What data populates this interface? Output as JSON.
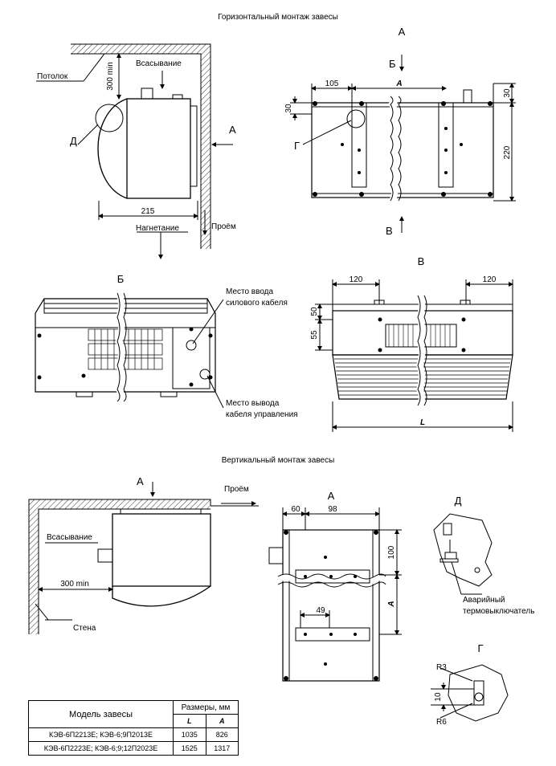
{
  "titles": {
    "horizontal": "Горизонтальный монтаж завесы",
    "vertical": "Вертикальный монтаж завесы"
  },
  "view_labels": {
    "A_top": "A",
    "B_view": "Б",
    "V_view": "В",
    "A_vertical": "A",
    "D_detail": "Д",
    "G_detail": "Г",
    "B_small": "Б",
    "V_small": "В",
    "A_arrow_h": "A",
    "A_arrow_v": "A",
    "D_callout": "Д",
    "G_callout": "Г"
  },
  "labels": {
    "ceiling": "Потолок",
    "suction": "Всасывание",
    "discharge": "Нагнетание",
    "opening": "Проём",
    "power_entry_1": "Место ввода",
    "power_entry_2": "силового кабеля",
    "control_exit_1": "Место вывода",
    "control_exit_2": "кабеля управления",
    "suction_v": "Всасывание",
    "opening_v": "Проём",
    "wall": "Стена",
    "thermo_1": "Аварийный",
    "thermo_2": "термовыключатель"
  },
  "dimensions": {
    "min300": "300 min",
    "d215": "215",
    "d105": "105",
    "dA": "A",
    "d30a": "30",
    "d30b": "30",
    "d220": "220",
    "d120a": "120",
    "d120b": "120",
    "d50": "50",
    "d55": "55",
    "dL": "L",
    "min300v": "300 min",
    "d60": "60",
    "d98": "98",
    "d100": "100",
    "dAv": "A",
    "d49": "49",
    "R3": "R3",
    "R6": "R6",
    "d10": "10"
  },
  "table": {
    "header_model": "Модель завесы",
    "header_sizes": "Размеры, мм",
    "col_L": "L",
    "col_A": "A",
    "rows": [
      {
        "model": "КЭВ-6П2213Е; КЭВ-6;9П2013Е",
        "L": "1035",
        "A": "826"
      },
      {
        "model": "КЭВ-6П2223Е; КЭВ-6;9;12П2023Е",
        "L": "1525",
        "A": "1317"
      }
    ]
  }
}
